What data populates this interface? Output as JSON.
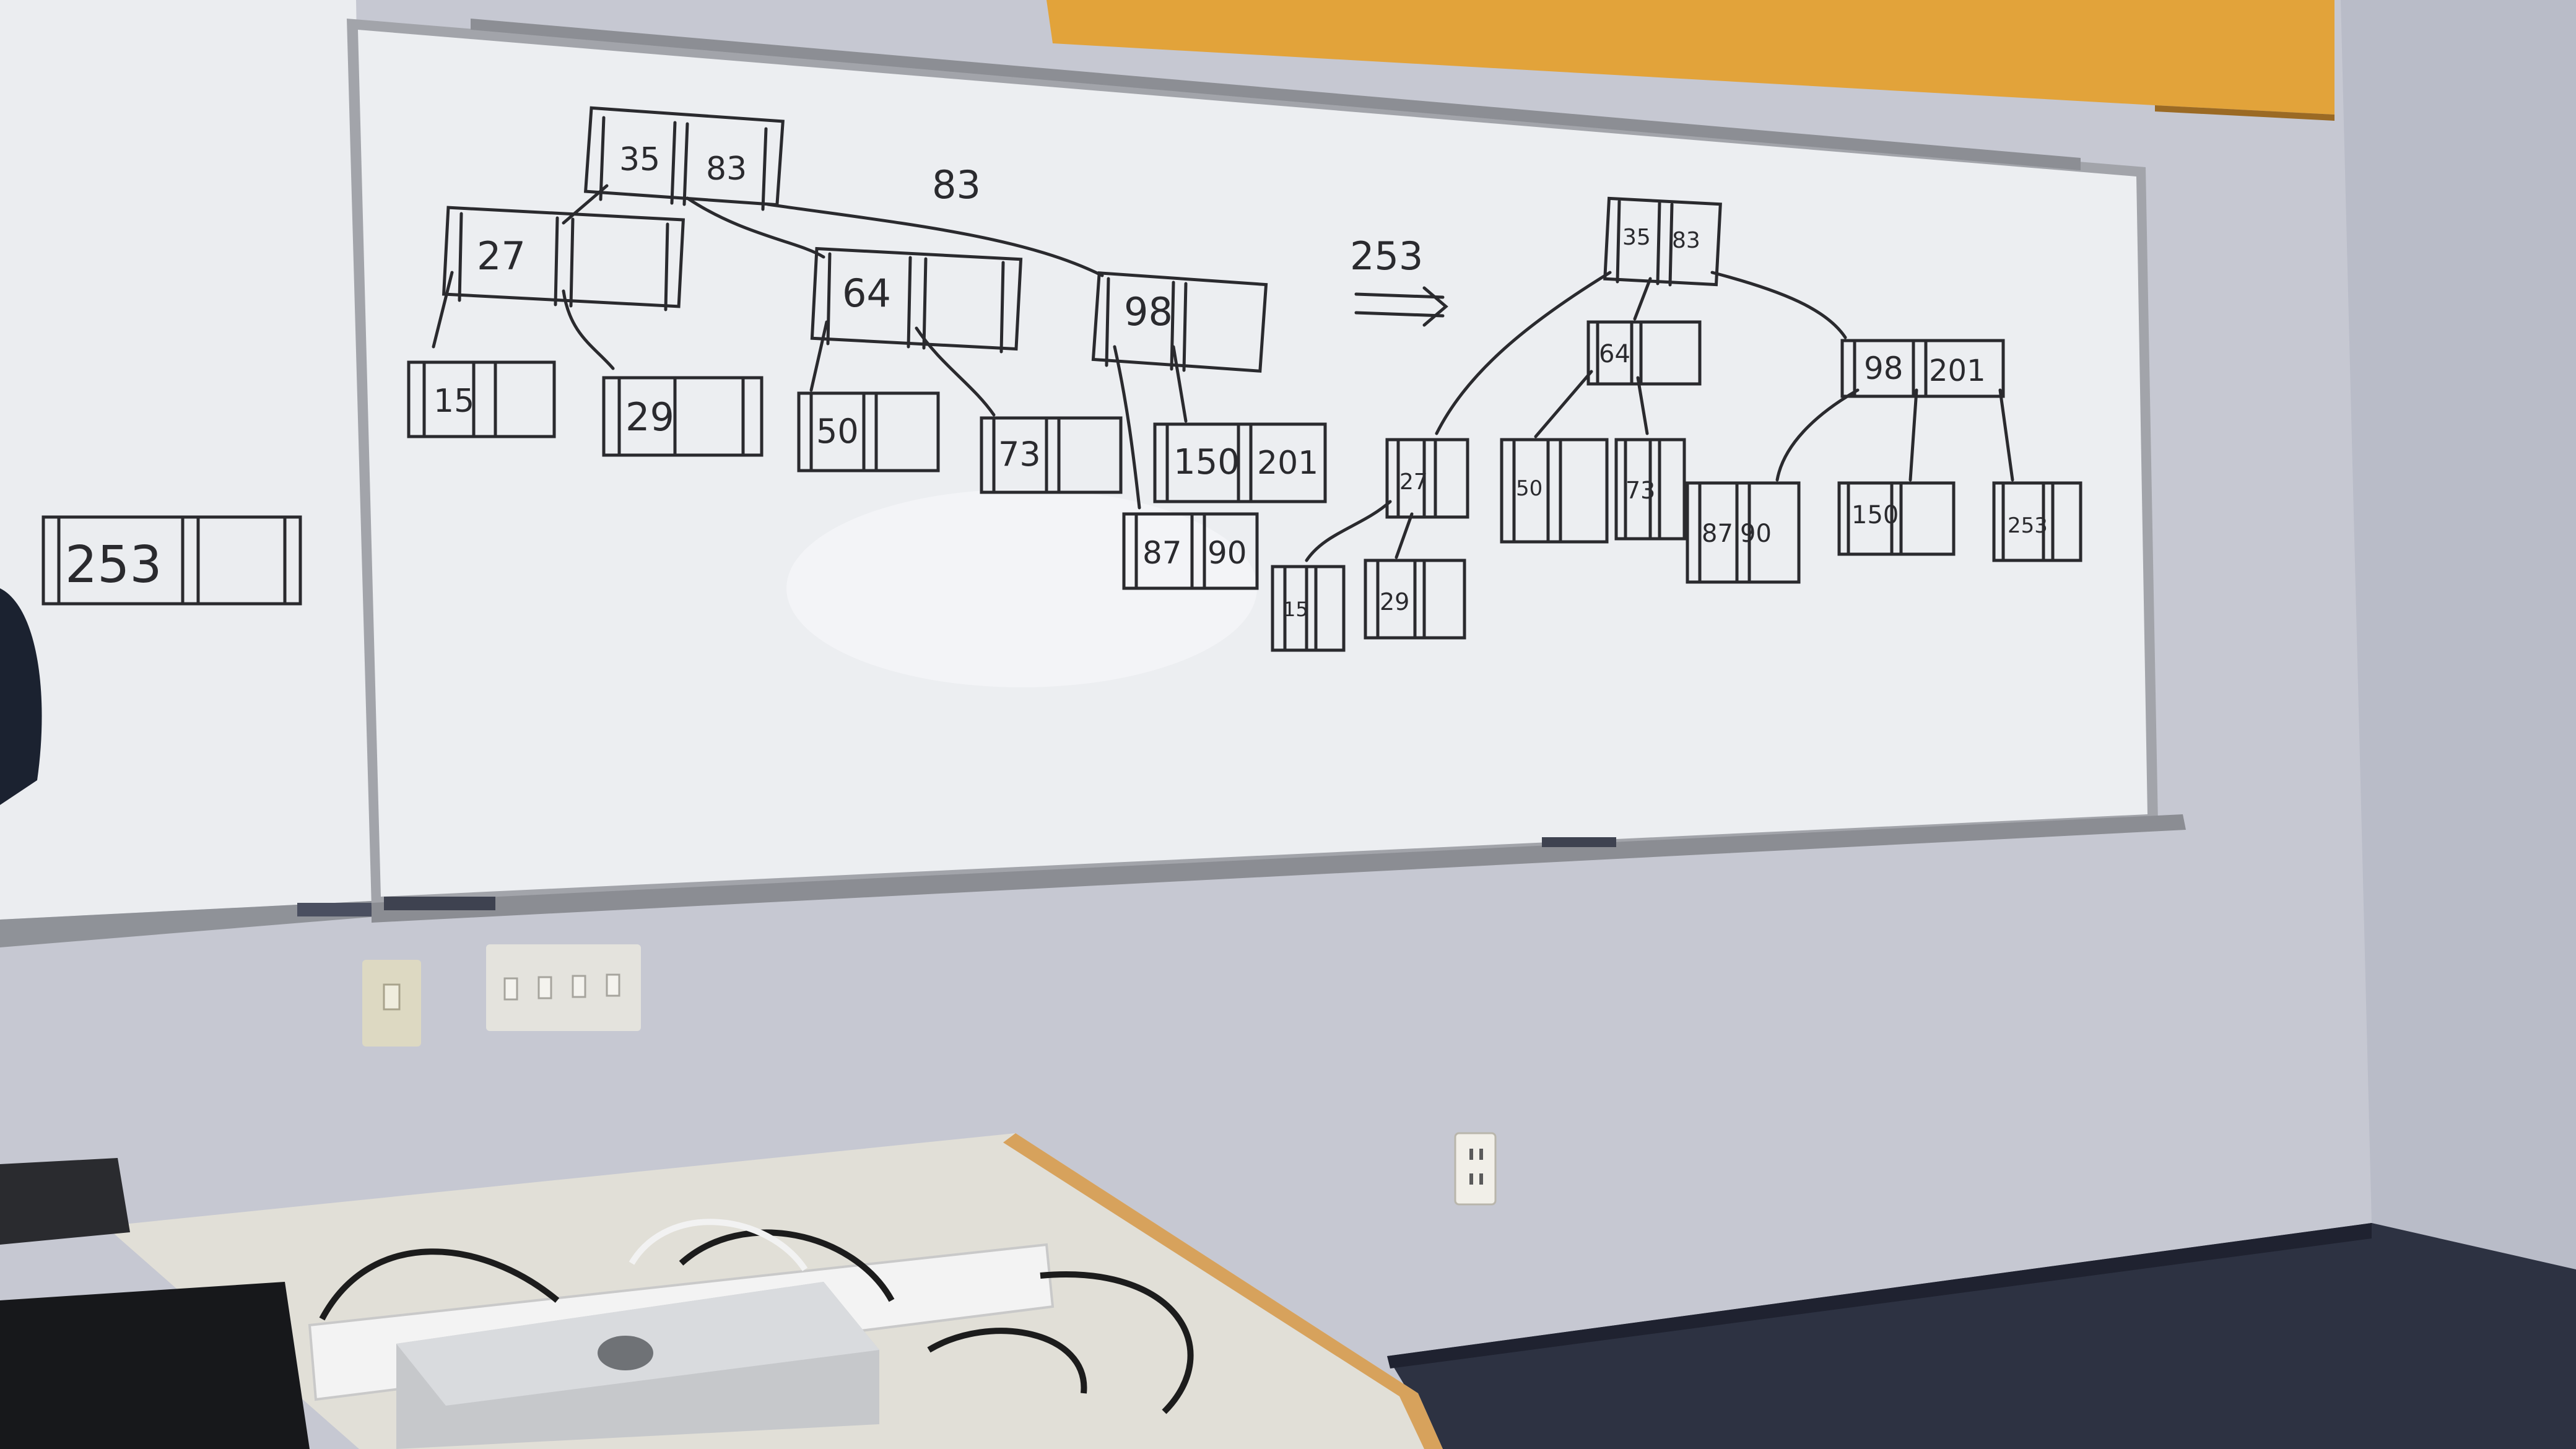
{
  "scene": {
    "colors": {
      "wall": "#c7c9d3",
      "whiteboard": "#eef0f2",
      "frame": "#9a9ca2",
      "marker": "#2a2a2e",
      "shelf": "#e0a33a",
      "carpet": "#2c3140",
      "desk": "#e2e0d8",
      "desk_edge": "#d8a460"
    },
    "left_board": {
      "key": "253"
    },
    "main_board": {
      "before_tree": {
        "root": [
          "35",
          "83"
        ],
        "level1": [
          [
            "27"
          ],
          [
            "64"
          ],
          [
            "98"
          ]
        ],
        "level2": [
          [
            "15"
          ],
          [
            "29"
          ],
          [
            "50"
          ],
          [
            "73"
          ],
          [
            "150",
            "201"
          ]
        ],
        "level3": [
          [
            "87",
            "90"
          ]
        ]
      },
      "notes": {
        "inserted_key": "83",
        "insert_label": "253",
        "arrow": "⟹"
      },
      "after_tree": {
        "root": [
          "35",
          "83"
        ],
        "level1": [
          [
            "27"
          ],
          [
            "64"
          ],
          [
            "98",
            "201"
          ]
        ],
        "level2": [
          [
            "15"
          ],
          [
            "29"
          ],
          [
            "50"
          ],
          [
            "73"
          ],
          [
            "87",
            "90"
          ],
          [
            "150"
          ],
          [
            "253"
          ]
        ]
      }
    }
  }
}
